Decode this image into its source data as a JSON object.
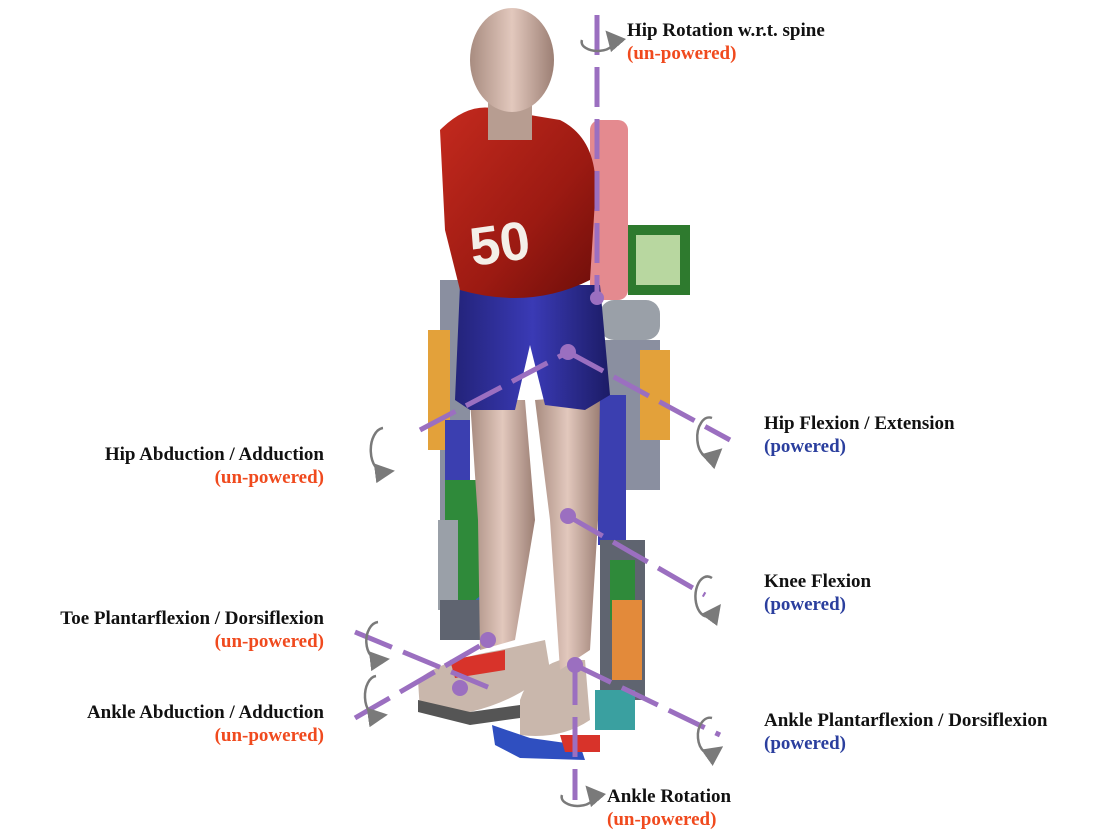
{
  "colors": {
    "powered": "#2b3f9e",
    "unpowered": "#f04a1e",
    "axis": "#9b6fc0",
    "arrow": "#7a7a7a"
  },
  "joints": {
    "hip_rotation": {
      "name": "Hip Rotation w.r.t. spine",
      "status": "(un-powered)"
    },
    "hip_flexion": {
      "name": "Hip Flexion / Extension",
      "status": "(powered)"
    },
    "hip_abduction": {
      "name": "Hip Abduction / Adduction",
      "status": "(un-powered)"
    },
    "knee_flexion": {
      "name": "Knee Flexion",
      "status": "(powered)"
    },
    "toe_flexion": {
      "name": "Toe  Plantarflexion / Dorsiflexion",
      "status": "(un-powered)"
    },
    "ankle_abduction": {
      "name": "Ankle Abduction / Adduction",
      "status": "(un-powered)"
    },
    "ankle_flexion": {
      "name": "Ankle Plantarflexion / Dorsiflexion",
      "status": "(powered)"
    },
    "ankle_rotation": {
      "name": "Ankle Rotation",
      "status": "(un-powered)"
    }
  },
  "figure": {
    "jersey_number": "50"
  }
}
